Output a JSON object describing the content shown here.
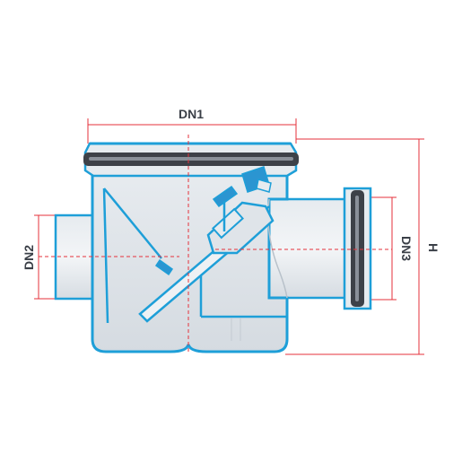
{
  "labels": {
    "dn1": "DN1",
    "dn2": "DN2",
    "dn3": "DN3",
    "h": "H"
  },
  "colors": {
    "outline_blue": "#1e9fd8",
    "body_fill": "#e3e8ed",
    "body_fill_dark": "#d3d9df",
    "gasket_dark": "#3d4148",
    "dimension_red": "#e5323b",
    "label_text": "#3a3f47"
  }
}
